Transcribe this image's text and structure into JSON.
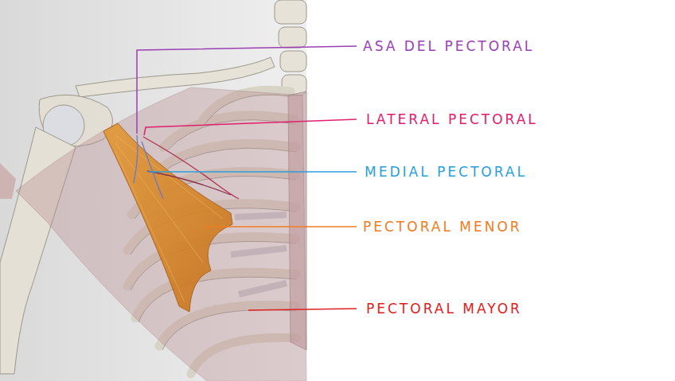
{
  "diagram": {
    "labels": [
      "ASA DEL PECTORAL",
      "LATERAL PECTORAL",
      "MEDIAL PECTORAL",
      "PECTORAL MENOR",
      "PECTORAL MAYOR"
    ]
  }
}
